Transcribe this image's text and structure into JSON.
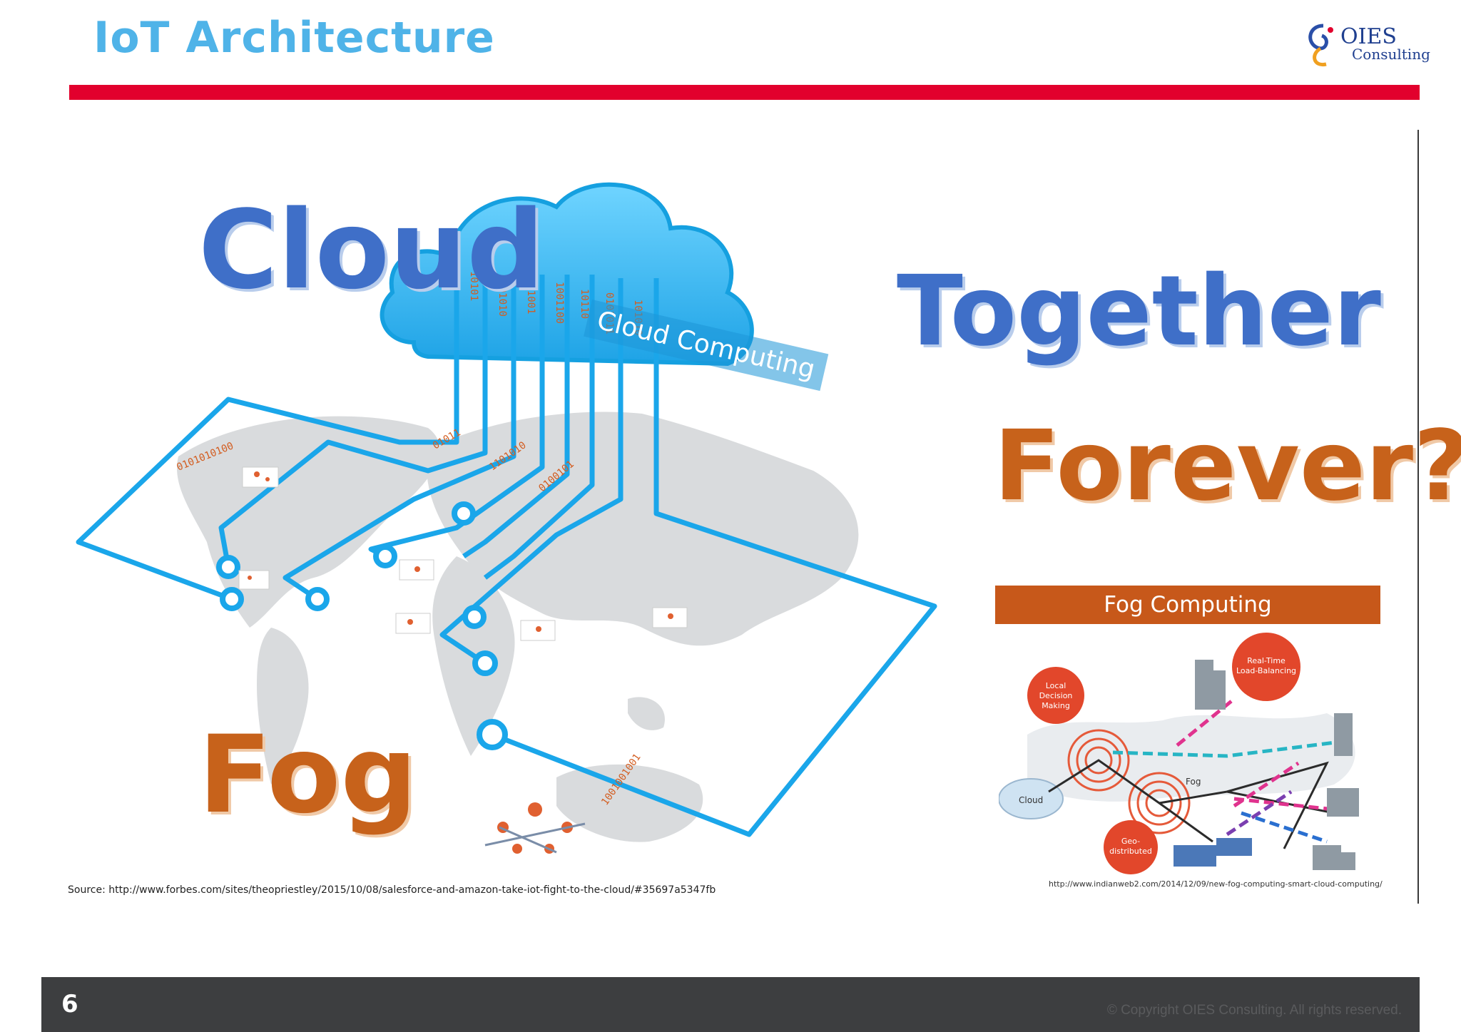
{
  "slide": {
    "title": "IoT Architecture",
    "page_number": "6",
    "copyright": "© Copyright OIES Consulting. All rights reserved."
  },
  "logo": {
    "top": "OIES",
    "sub": "Consulting"
  },
  "words": {
    "cloud": "Cloud",
    "together": "Together",
    "forever": "Forever?",
    "fog": "Fog"
  },
  "cloud_label": "Cloud Computing",
  "source": "Source: http://www.forbes.com/sites/theopriestley/2015/10/08/salesforce-and-amazon-take-iot-fight-to-the-cloud/#35697a5347fb",
  "fog_panel": {
    "header": "Fog Computing",
    "labels": {
      "local": [
        "Local",
        "Decision",
        "Making"
      ],
      "realtime": [
        "Real-Time",
        "Load-Balancing"
      ],
      "geo": [
        "Geo-",
        "distributed"
      ],
      "fog": "Fog",
      "cloud": "Cloud"
    },
    "url": "http://www.indianweb2.com/2014/12/09/new-fog-computing-smart-cloud-computing/"
  },
  "colors": {
    "title": "#4fb3e8",
    "red_bar": "#e2002d",
    "blue_word": "#3f6fc8",
    "orange_word": "#c7621b",
    "circuit": "#1aa6ea",
    "footer": "#3d3e40"
  },
  "binary_strings": [
    "0101010100",
    "1001001001",
    "10101",
    "0101010",
    "011001",
    "1001100",
    "10110",
    "0101011",
    "101010",
    "01011",
    "1101010",
    "0100101"
  ]
}
